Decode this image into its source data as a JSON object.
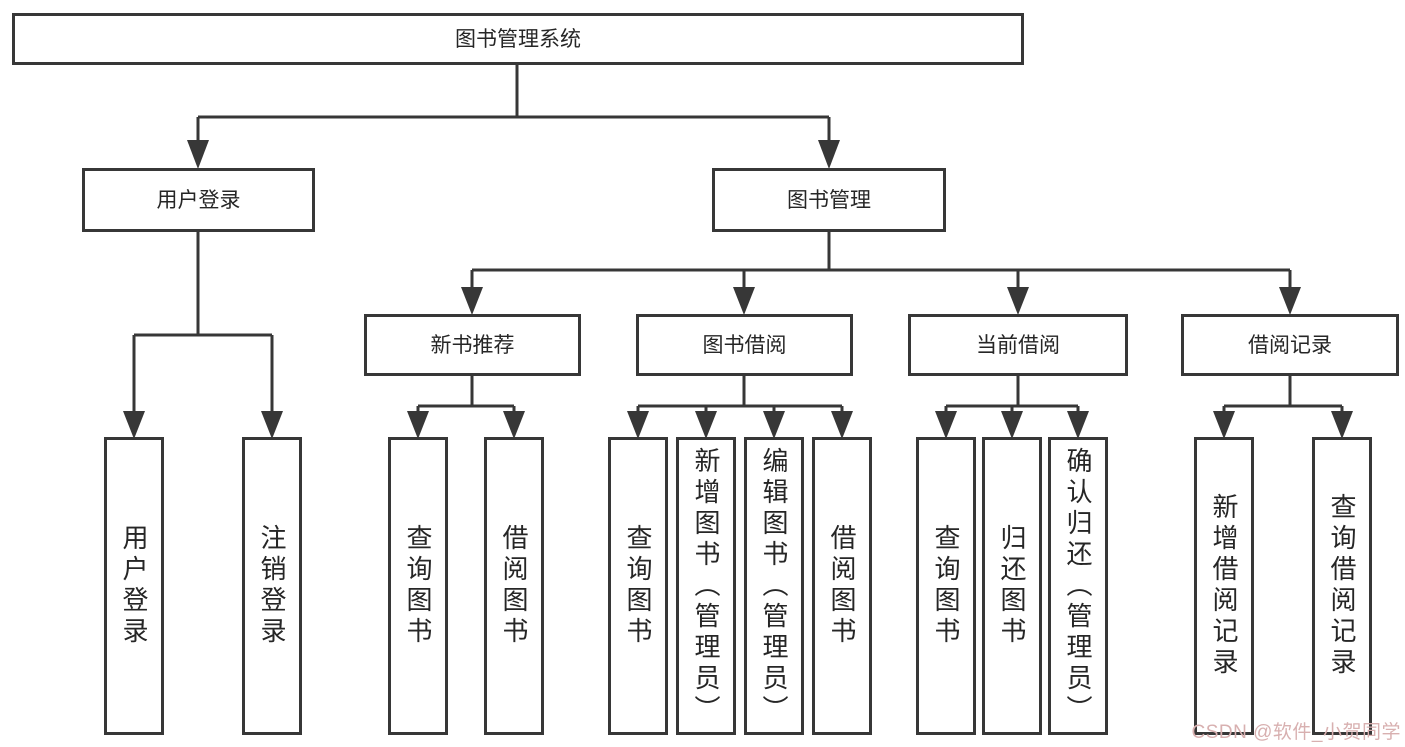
{
  "diagram": {
    "type": "tree",
    "root": {
      "label": "图书管理系统"
    },
    "level2": {
      "user_login": {
        "label": "用户登录"
      },
      "book_management": {
        "label": "图书管理"
      }
    },
    "level3": {
      "new_book_recommend": {
        "label": "新书推荐"
      },
      "book_borrow": {
        "label": "图书借阅"
      },
      "current_borrow": {
        "label": "当前借阅"
      },
      "borrow_record": {
        "label": "借阅记录"
      }
    },
    "leaves": {
      "user_login": [
        "用户登录",
        "注销登录"
      ],
      "new_book_recommend": [
        "查询图书",
        "借阅图书"
      ],
      "book_borrow": [
        "查询图书",
        "新增图书（管理员）",
        "编辑图书（管理员）",
        "借阅图书"
      ],
      "current_borrow": [
        "查询图书",
        "归还图书",
        "确认归还（管理员）"
      ],
      "borrow_record": [
        "新增借阅记录",
        "查询借阅记录"
      ]
    },
    "colors": {
      "line": "#373737",
      "text": "#262626",
      "background": "#ffffff",
      "watermark": "#d8b0b0"
    },
    "watermark": "CSDN @软件_小贺同学"
  }
}
